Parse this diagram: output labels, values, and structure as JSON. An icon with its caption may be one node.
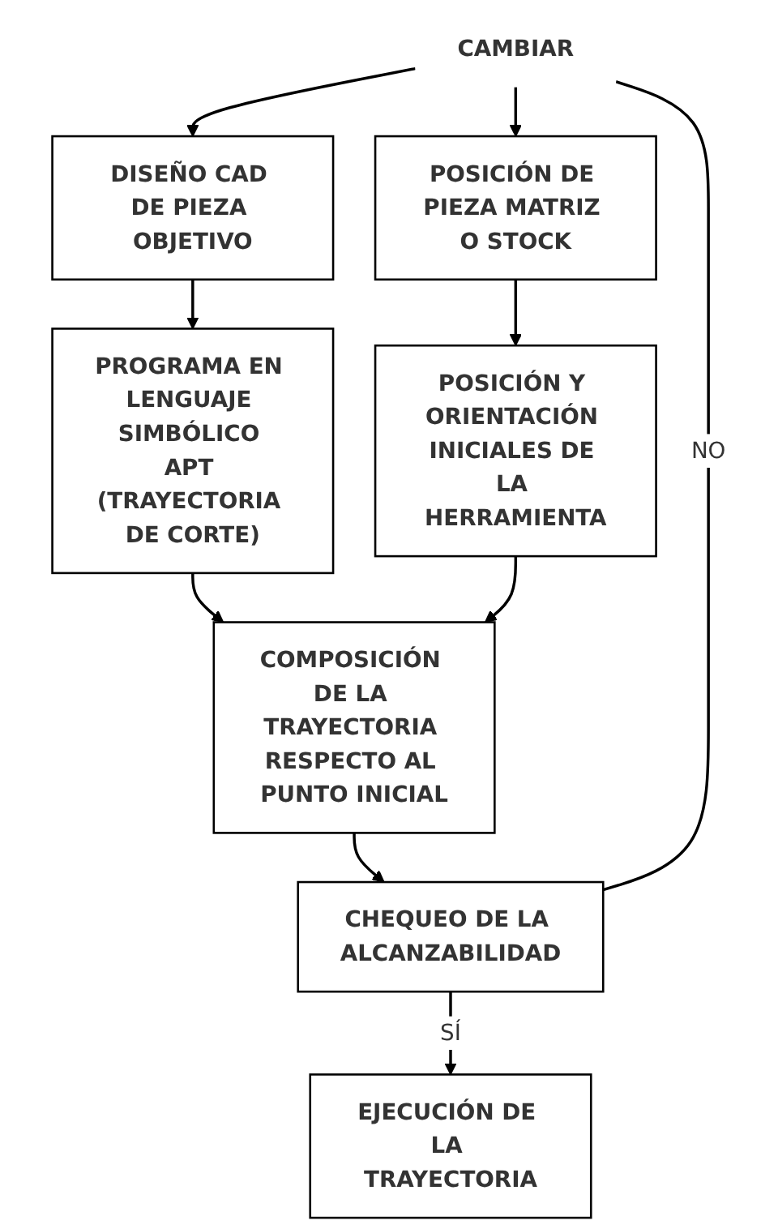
{
  "diagram": {
    "nodes": [
      {
        "text": [
          "CAMBIAR"
        ]
      },
      {
        "text": [
          "DISEÑO CAD DE PIEZA OBJETIVO"
        ]
      },
      {
        "text": [
          "POSICIÓN DE PIEZA MATRIZ O STOCK"
        ]
      },
      {
        "text": [
          "PROGRAMA EN LENGUAJE SIMBÓLICO APT (TRAYECTORIA DE CORTE)"
        ]
      },
      {
        "text": [
          "POSICIÓN Y ORIENTACIÓN INICIALES DE LA HERRAMIENTA"
        ]
      },
      {
        "text": [
          "COMPOSICIÓN DE LA TRAYECTORIA RESPECTO AL PUNTO INICIAL"
        ]
      },
      {
        "text": [
          "CHEQUEO DE LA ALCANZABILIDAD"
        ]
      },
      {
        "text": [
          "EJECUCIÓN DE LA TRAYECTORIA"
        ]
      }
    ],
    "edges": [
      {
        "from": 0,
        "to": 1,
        "arrow": "to"
      },
      {
        "from": 0,
        "to": 2,
        "arrow": "to"
      },
      {
        "from": 1,
        "to": 3,
        "arrow": "to"
      },
      {
        "from": 2,
        "to": 4,
        "arrow": "to"
      },
      {
        "from": 3,
        "to": 5,
        "arrow": "to"
      },
      {
        "from": 4,
        "to": 5,
        "arrow": "to"
      },
      {
        "from": 5,
        "to": 6,
        "arrow": "to"
      },
      {
        "from": 6,
        "to": 7,
        "label": "SÍ",
        "arrow": "to"
      },
      {
        "from": 6,
        "to": 0,
        "label": "NO",
        "arrow": "none"
      }
    ]
  }
}
